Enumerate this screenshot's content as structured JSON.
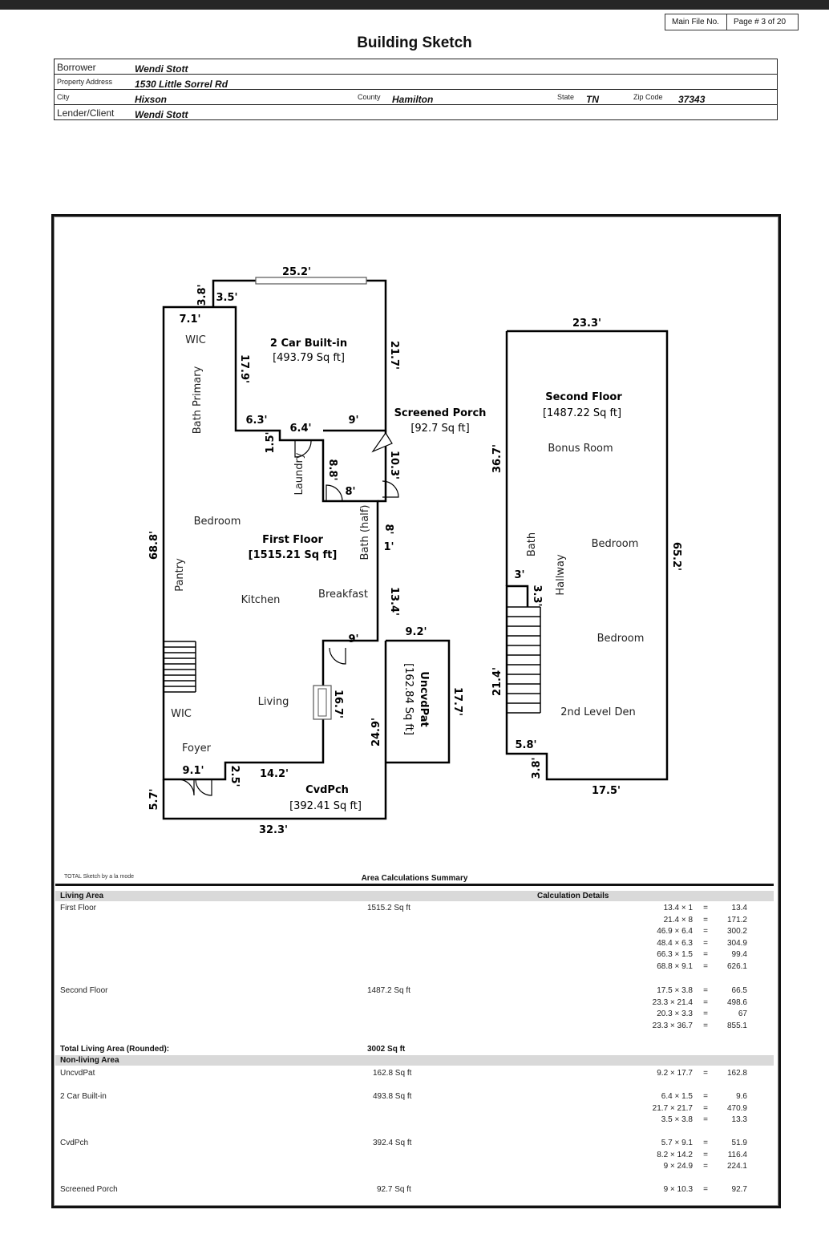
{
  "header": {
    "main_file_label": "Main File No.",
    "page_label": "Page # 3 of 20",
    "title": "Building Sketch"
  },
  "subject": {
    "borrower_label": "Borrower",
    "borrower": "Wendi Stott",
    "address_label": "Property Address",
    "address": "1530 Little Sorrel Rd",
    "city_label": "City",
    "city": "Hixson",
    "county_label": "County",
    "county": "Hamilton",
    "state_label": "State",
    "state": "TN",
    "zip_label": "Zip Code",
    "zip": "37343",
    "lender_label": "Lender/Client",
    "lender": "Wendi Stott"
  },
  "sketch": {
    "dims": {
      "d252": "25.2'",
      "d38": "3.8'",
      "d35": "3.5'",
      "d71": "7.1'",
      "d179": "17.9'",
      "d217": "21.7'",
      "d63": "6.3'",
      "d64": "6.4'",
      "d9a": "9'",
      "d15": "1.5'",
      "d88": "8.8'",
      "d8a": "8'",
      "d103": "10.3'",
      "d8b": "8'",
      "d1": "1'",
      "d688": "68.8'",
      "d134": "13.4'",
      "d92": "9.2'",
      "d9b": "9'",
      "d177": "17.7'",
      "d167": "16.7'",
      "d249": "24.9'",
      "d91": "9.1'",
      "d25": "2.5'",
      "d142": "14.2'",
      "d57": "5.7'",
      "d323": "32.3'",
      "d233": "23.3'",
      "d367": "36.7'",
      "d652": "65.2'",
      "d3": "3'",
      "d33": "3.3'",
      "d214": "21.4'",
      "d58": "5.8'",
      "d38b": "3.8'",
      "d175": "17.5'"
    },
    "areas": {
      "garage": "2 Car Built-in",
      "garage_sqft": "[493.79 Sq ft]",
      "screened": "Screened Porch",
      "screened_sqft": "[92.7 Sq ft]",
      "first": "First Floor",
      "first_sqft": "[1515.21 Sq ft]",
      "second": "Second Floor",
      "second_sqft": "[1487.22 Sq ft]",
      "uncvd": "UncvdPat",
      "uncvd_sqft": "[162.84 Sq ft]",
      "cvd": "CvdPch",
      "cvd_sqft": "[392.41 Sq ft]"
    },
    "rooms": {
      "wic1": "WIC",
      "bath_primary": "Bath Primary",
      "laundry": "Laundry",
      "bedroom1": "Bedroom",
      "pantry": "Pantry",
      "kitchen": "Kitchen",
      "breakfast": "Breakfast",
      "bath_half": "Bath (half)",
      "living": "Living",
      "wic2": "WIC",
      "foyer": "Foyer",
      "bonus": "Bonus Room",
      "bath2": "Bath",
      "hallway": "Hallway",
      "bedroom2": "Bedroom",
      "bedroom3": "Bedroom",
      "den": "2nd Level Den"
    }
  },
  "summary": {
    "credit": "TOTAL Sketch by a la mode",
    "title": "Area Calculations Summary",
    "living_header": "Living Area",
    "details_header": "Calculation Details",
    "first_floor": {
      "name": "First Floor",
      "area": "1515.2 Sq ft",
      "calcs": [
        {
          "expr": "13.4 × 1",
          "res": "13.4"
        },
        {
          "expr": "21.4 × 8",
          "res": "171.2"
        },
        {
          "expr": "46.9 × 6.4",
          "res": "300.2"
        },
        {
          "expr": "48.4 × 6.3",
          "res": "304.9"
        },
        {
          "expr": "66.3 × 1.5",
          "res": "99.4"
        },
        {
          "expr": "68.8 × 9.1",
          "res": "626.1"
        }
      ]
    },
    "second_floor": {
      "name": "Second Floor",
      "area": "1487.2 Sq ft",
      "calcs": [
        {
          "expr": "17.5 × 3.8",
          "res": "66.5"
        },
        {
          "expr": "23.3 × 21.4",
          "res": "498.6"
        },
        {
          "expr": "20.3 × 3.3",
          "res": "67"
        },
        {
          "expr": "23.3 × 36.7",
          "res": "855.1"
        }
      ]
    },
    "total_label": "Total Living Area (Rounded):",
    "total_value": "3002 Sq ft",
    "nonliving_header": "Non-living Area",
    "uncvdpat": {
      "name": "UncvdPat",
      "area": "162.8 Sq ft",
      "calcs": [
        {
          "expr": "9.2 × 17.7",
          "res": "162.8"
        }
      ]
    },
    "garage": {
      "name": "2 Car Built-in",
      "area": "493.8 Sq ft",
      "calcs": [
        {
          "expr": "6.4 × 1.5",
          "res": "9.6"
        },
        {
          "expr": "21.7 × 21.7",
          "res": "470.9"
        },
        {
          "expr": "3.5 × 3.8",
          "res": "13.3"
        }
      ]
    },
    "cvdpch": {
      "name": "CvdPch",
      "area": "392.4 Sq ft",
      "calcs": [
        {
          "expr": "5.7 × 9.1",
          "res": "51.9"
        },
        {
          "expr": "8.2 × 14.2",
          "res": "116.4"
        },
        {
          "expr": "9 × 24.9",
          "res": "224.1"
        }
      ]
    },
    "screened": {
      "name": "Screened Porch",
      "area": "92.7 Sq ft",
      "calcs": [
        {
          "expr": "9 × 10.3",
          "res": "92.7"
        }
      ]
    }
  }
}
